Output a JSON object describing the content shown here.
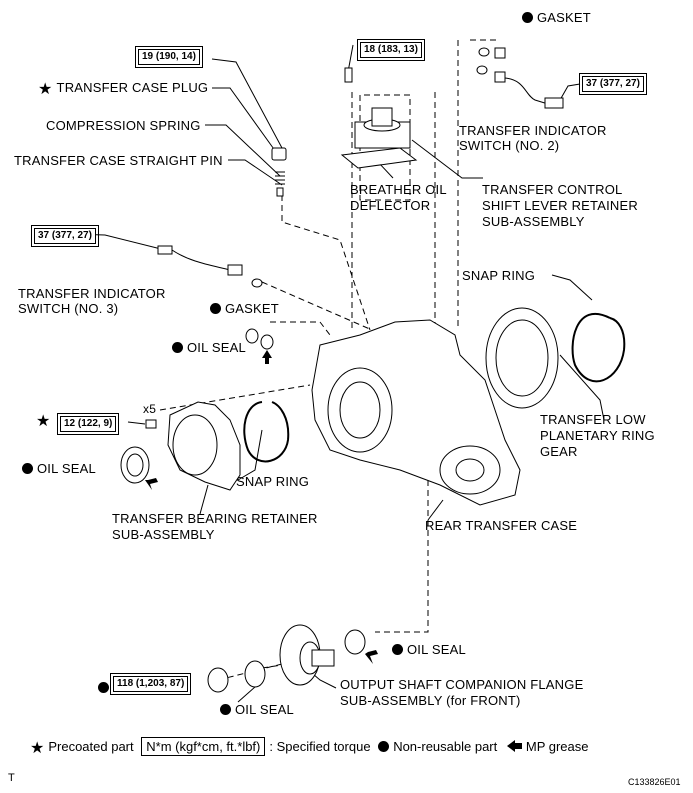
{
  "labels": {
    "gasket_top": "GASKET",
    "transfer_case_plug": "TRANSFER CASE PLUG",
    "compression_spring": "COMPRESSION SPRING",
    "straight_pin": "TRANSFER CASE STRAIGHT PIN",
    "indicator_sw2_l1": "TRANSFER INDICATOR",
    "indicator_sw2_l2": "SWITCH (NO. 2)",
    "breather_l1": "BREATHER OIL",
    "breather_l2": "DEFLECTOR",
    "control_l1": "TRANSFER CONTROL",
    "control_l2": "SHIFT LEVER RETAINER",
    "control_l3": "SUB-ASSEMBLY",
    "indicator_sw3_l1": "TRANSFER INDICATOR",
    "indicator_sw3_l2": "SWITCH (NO. 3)",
    "gasket_mid": "GASKET",
    "oil_seal_mid": "OIL SEAL",
    "snap_ring_right": "SNAP RING",
    "low_ring_l1": "TRANSFER LOW",
    "low_ring_l2": "PLANETARY RING",
    "low_ring_l3": "GEAR",
    "x5": "x5",
    "oil_seal_left": "OIL SEAL",
    "snap_ring_left": "SNAP RING",
    "bearing_l1": "TRANSFER BEARING RETAINER",
    "bearing_l2": "SUB-ASSEMBLY",
    "rear_case": "REAR TRANSFER CASE",
    "oil_seal_right": "OIL SEAL",
    "flange_l1": "OUTPUT SHAFT COMPANION FLANGE",
    "flange_l2": "SUB-ASSEMBLY (for FRONT)",
    "oil_seal_bottom": "OIL SEAL"
  },
  "torques": {
    "plug": "19 (190, 14)",
    "breather": "18 (183, 13)",
    "sw2": "37 (377, 27)",
    "sw3": "37 (377, 27)",
    "retainer_bolt": "12 (122, 9)",
    "flange_nut": "118 (1,203, 87)"
  },
  "legend": {
    "precoated": "Precoated part",
    "torque_units": "N*m (kgf*cm, ft.*lbf)",
    "specified": ": Specified torque",
    "non_reusable": "Non-reusable part",
    "mp_grease": "MP grease"
  },
  "corner": {
    "left": "T",
    "right": "C133826E01"
  },
  "icons": [
    "star-icon",
    "dot-icon",
    "grease-arrow-icon"
  ]
}
